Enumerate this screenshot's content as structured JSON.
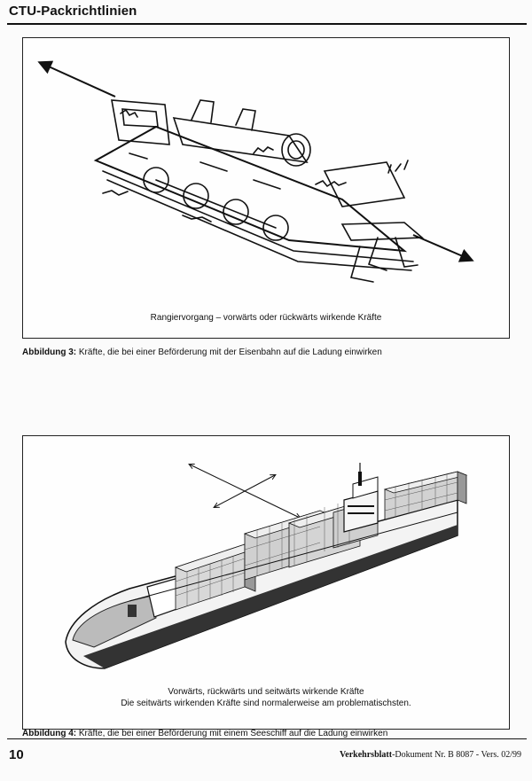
{
  "header": {
    "title": "CTU-Packrichtlinien"
  },
  "figure3": {
    "inner_caption": "Rangiervorgang – vorwärts oder rückwärts wirkende Kräfte",
    "label": "Abbildung 3:",
    "caption": "Kräfte, die bei einer Beförderung mit der Eisenbahn auf die Ladung einwirken"
  },
  "figure4": {
    "inner_caption_line1": "Vorwärts, rückwärts und seitwärts wirkende Kräfte",
    "inner_caption_line2": "Die seitwärts wirkenden Kräfte sind normalerweise am problematischsten.",
    "label": "Abbildung 4:",
    "caption": "Kräfte, die bei einer Beförderung mit einem Seeschiff auf die Ladung einwirken"
  },
  "footer": {
    "page_number": "10",
    "doc_name": "Verkehrsblatt",
    "doc_ref": "-Dokument Nr. B 8087 - Vers. 02/99"
  }
}
